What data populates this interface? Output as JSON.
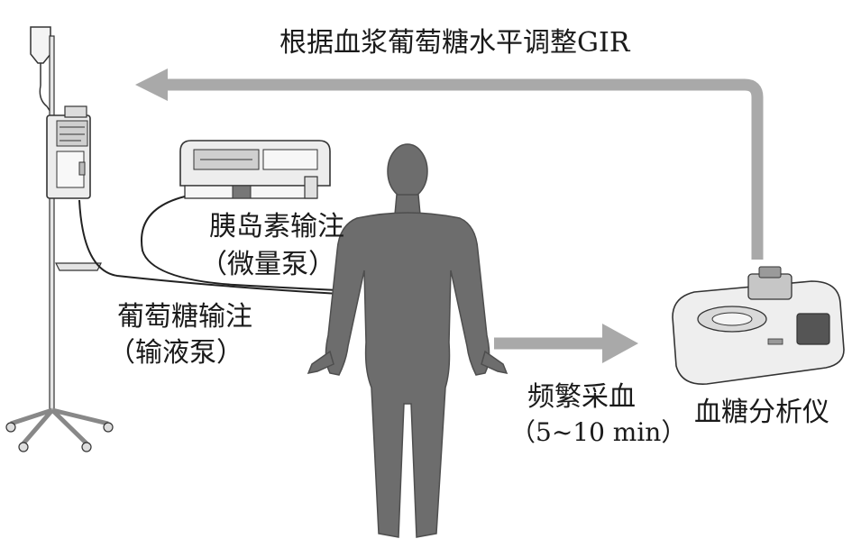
{
  "labels": {
    "feedback": "根据血浆葡萄糖水平调整GIR",
    "insulin_infusion": "胰岛素输注",
    "insulin_pump": "（微量泵）",
    "glucose_infusion": "葡萄糖输注",
    "glucose_pump": "（输液泵）",
    "sampling": "频繁采血",
    "sampling_interval": "（5~10 min）",
    "analyzer": "血糖分析仪"
  },
  "colors": {
    "arrow": "#a9a9a9",
    "body": "#6d6d6d",
    "device": "#ececec",
    "outline": "#222222"
  },
  "icons": [
    "iv-stand-icon",
    "infusion-pump-icon",
    "syringe-pump-icon",
    "human-silhouette-icon",
    "glucose-analyzer-icon"
  ]
}
